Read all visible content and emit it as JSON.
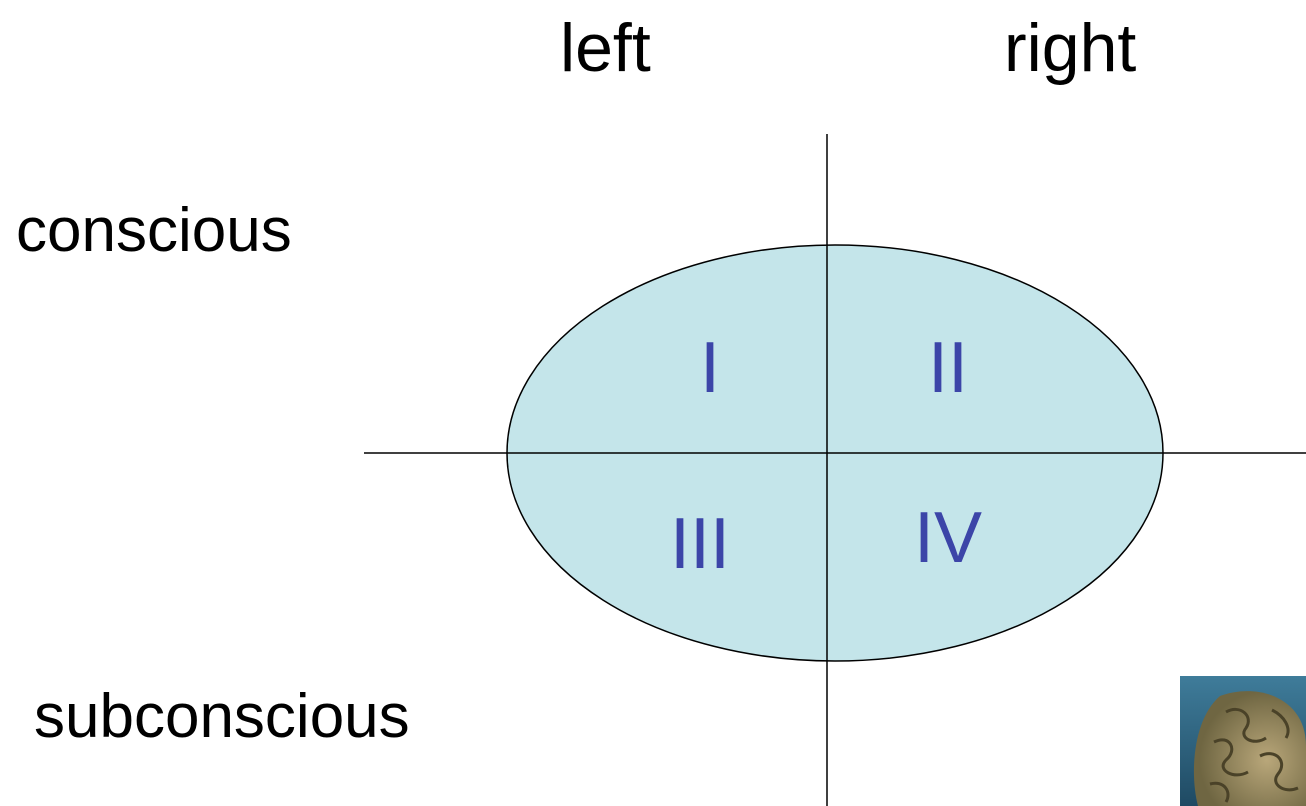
{
  "columns": {
    "left": "left",
    "right": "right"
  },
  "rows": {
    "top": "conscious",
    "bottom": "subconscious"
  },
  "quadrants": {
    "q1": "I",
    "q2": "II",
    "q3": "III",
    "q4": "IV"
  },
  "colors": {
    "ellipse_fill": "#c4e5ea",
    "quadrant_text": "#3c45a8",
    "line": "#000000"
  },
  "image": {
    "icon": "brain-image"
  }
}
